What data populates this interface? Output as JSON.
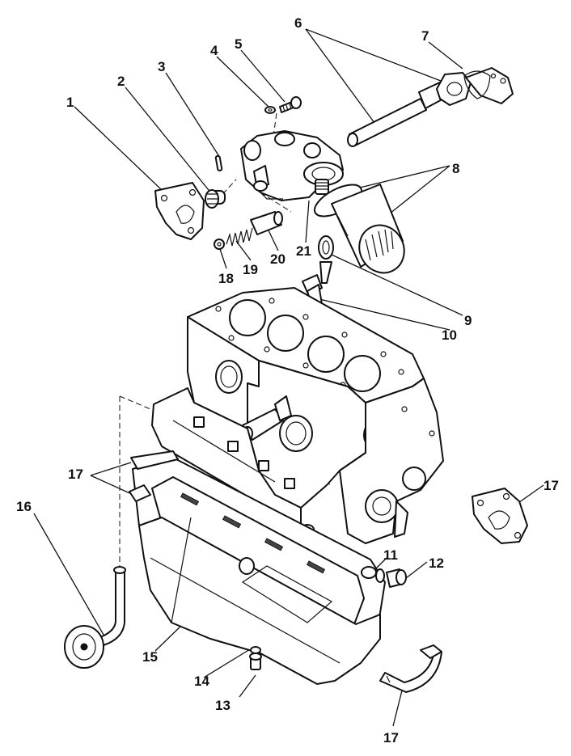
{
  "diagram": {
    "callouts": [
      {
        "id": "c1",
        "text": "1"
      },
      {
        "id": "c2",
        "text": "2"
      },
      {
        "id": "c3",
        "text": "3"
      },
      {
        "id": "c4",
        "text": "4"
      },
      {
        "id": "c5",
        "text": "5"
      },
      {
        "id": "c6",
        "text": "6"
      },
      {
        "id": "c7",
        "text": "7"
      },
      {
        "id": "c8",
        "text": "8"
      },
      {
        "id": "c9",
        "text": "9"
      },
      {
        "id": "c10",
        "text": "10"
      },
      {
        "id": "c11",
        "text": "11"
      },
      {
        "id": "c12",
        "text": "12"
      },
      {
        "id": "c13",
        "text": "13"
      },
      {
        "id": "c14",
        "text": "14"
      },
      {
        "id": "c15",
        "text": "15"
      },
      {
        "id": "c16",
        "text": "16"
      },
      {
        "id": "c17a",
        "text": "17"
      },
      {
        "id": "c17b",
        "text": "17"
      },
      {
        "id": "c17c",
        "text": "17"
      },
      {
        "id": "c18",
        "text": "18"
      },
      {
        "id": "c19",
        "text": "19"
      },
      {
        "id": "c20",
        "text": "20"
      },
      {
        "id": "c21",
        "text": "21"
      }
    ]
  }
}
